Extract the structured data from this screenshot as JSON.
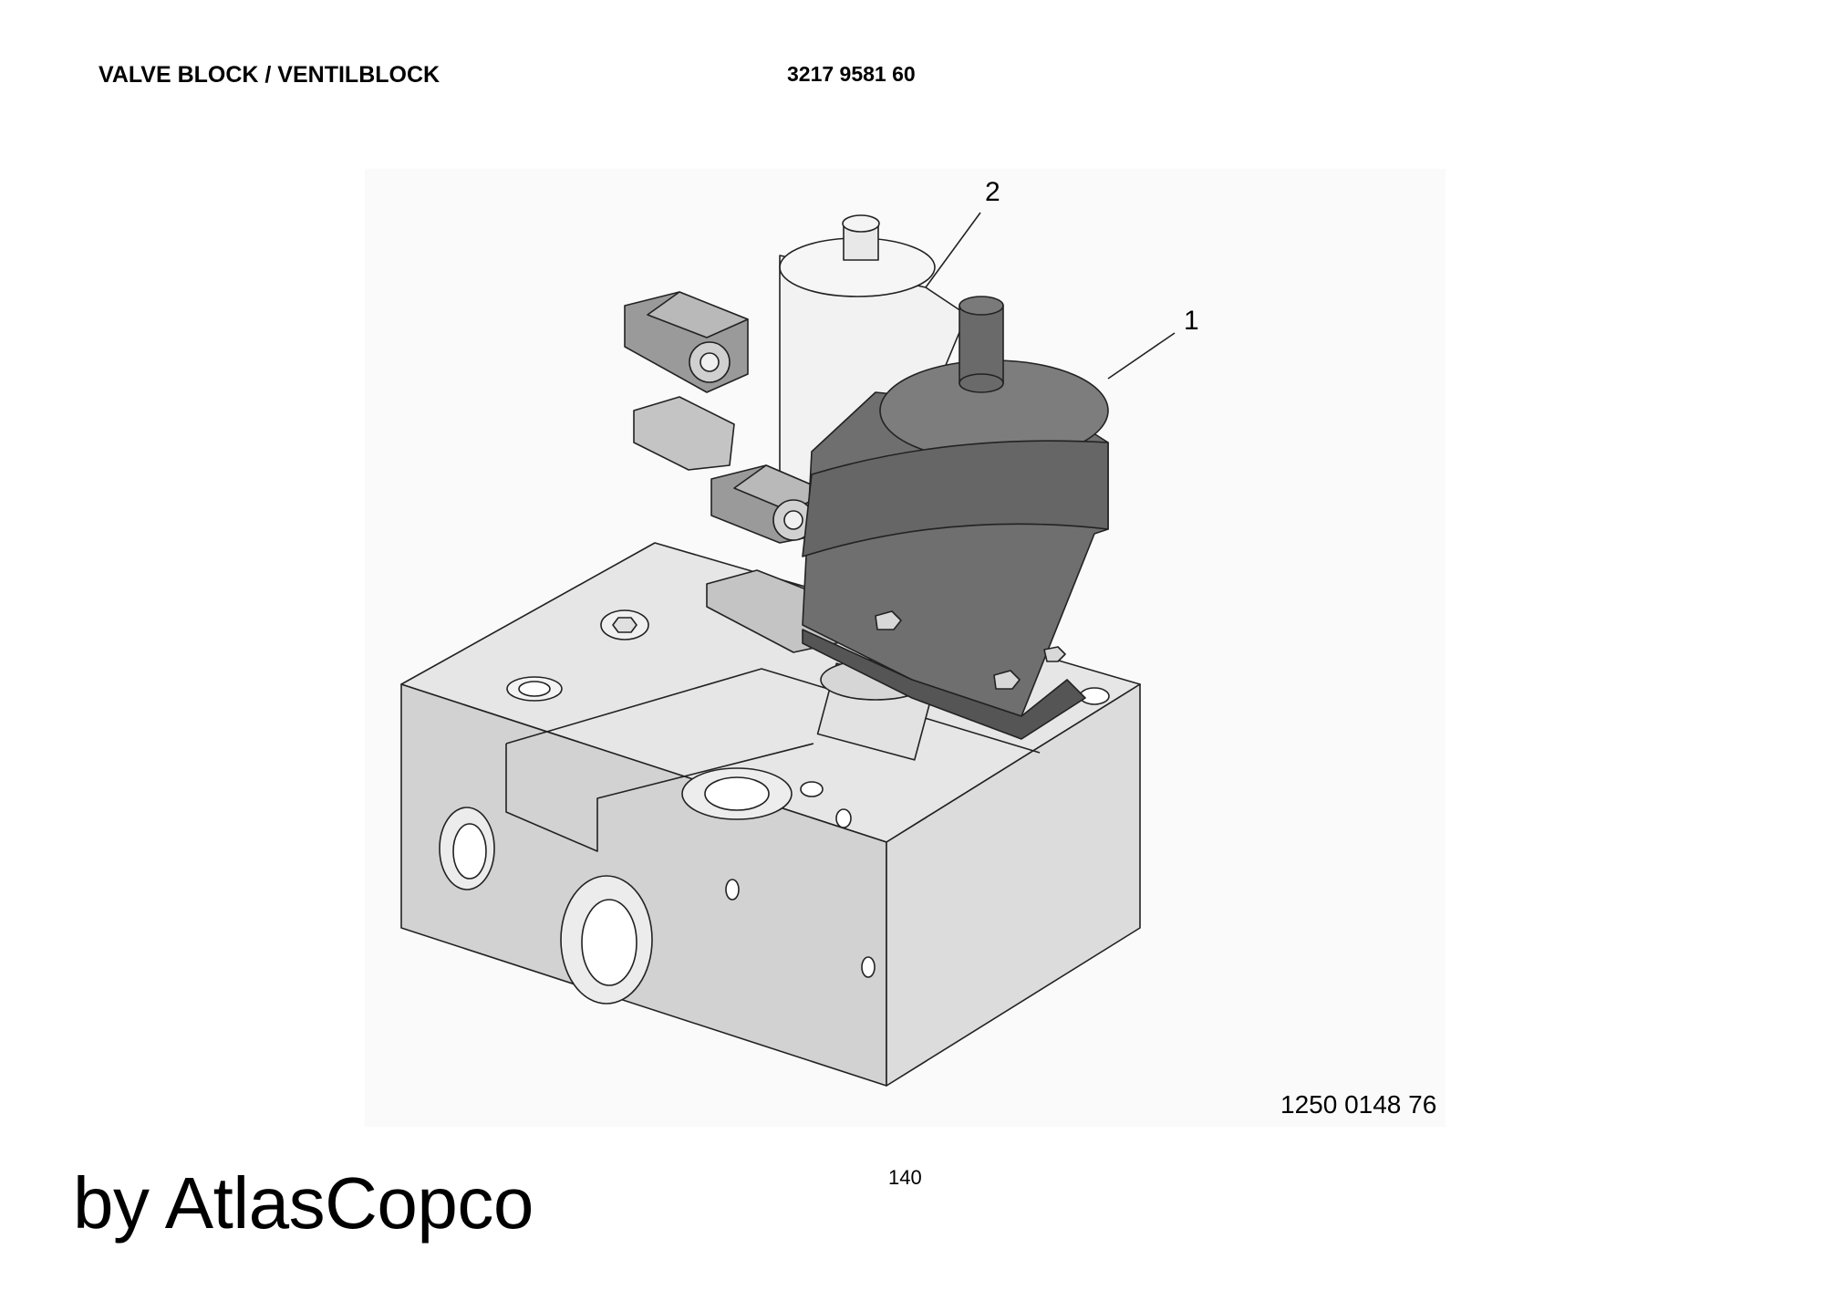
{
  "header": {
    "title": "VALVE BLOCK / VENTILBLOCK",
    "part_number": "3217 9581 60"
  },
  "figure": {
    "callouts": [
      "1",
      "2"
    ],
    "drawing_number": "1250 0148 76"
  },
  "footer": {
    "page_number": "140",
    "brand": "by AtlasCopco"
  }
}
